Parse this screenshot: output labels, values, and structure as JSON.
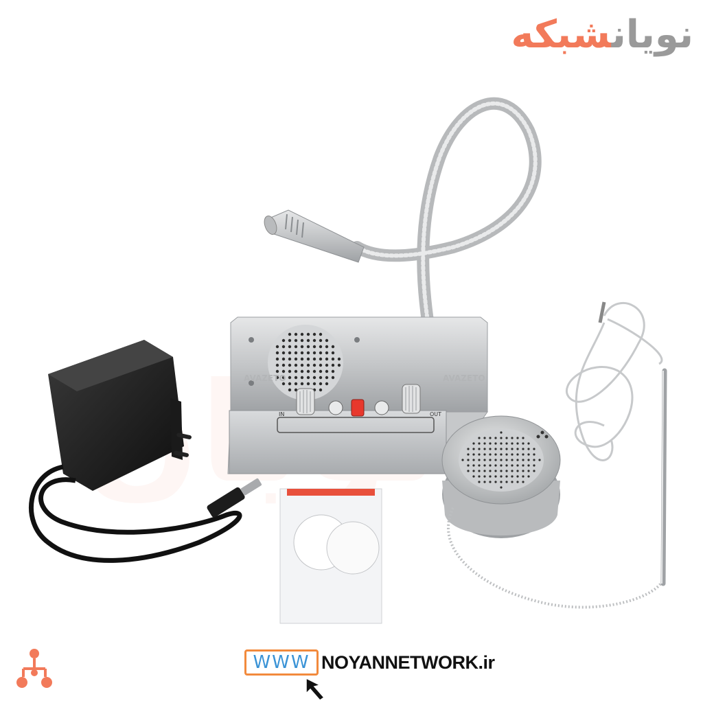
{
  "brand": {
    "word_gray": "نویان",
    "word_orange": "شبکه"
  },
  "watermark": {
    "cover_label": "AVAZETO"
  },
  "url": {
    "prefix": "WWW",
    "domain": "NOYANNETWORK.ir"
  },
  "device_labels": {
    "in": "IN",
    "out": "OUT"
  },
  "colors": {
    "accent_orange": "#f27a5a",
    "url_border": "#f28a3c",
    "url_text": "#3a93d6",
    "panel_silver": "#c9cbcd"
  },
  "icons": [
    "network-logo-icon",
    "cursor-arrow-icon"
  ]
}
